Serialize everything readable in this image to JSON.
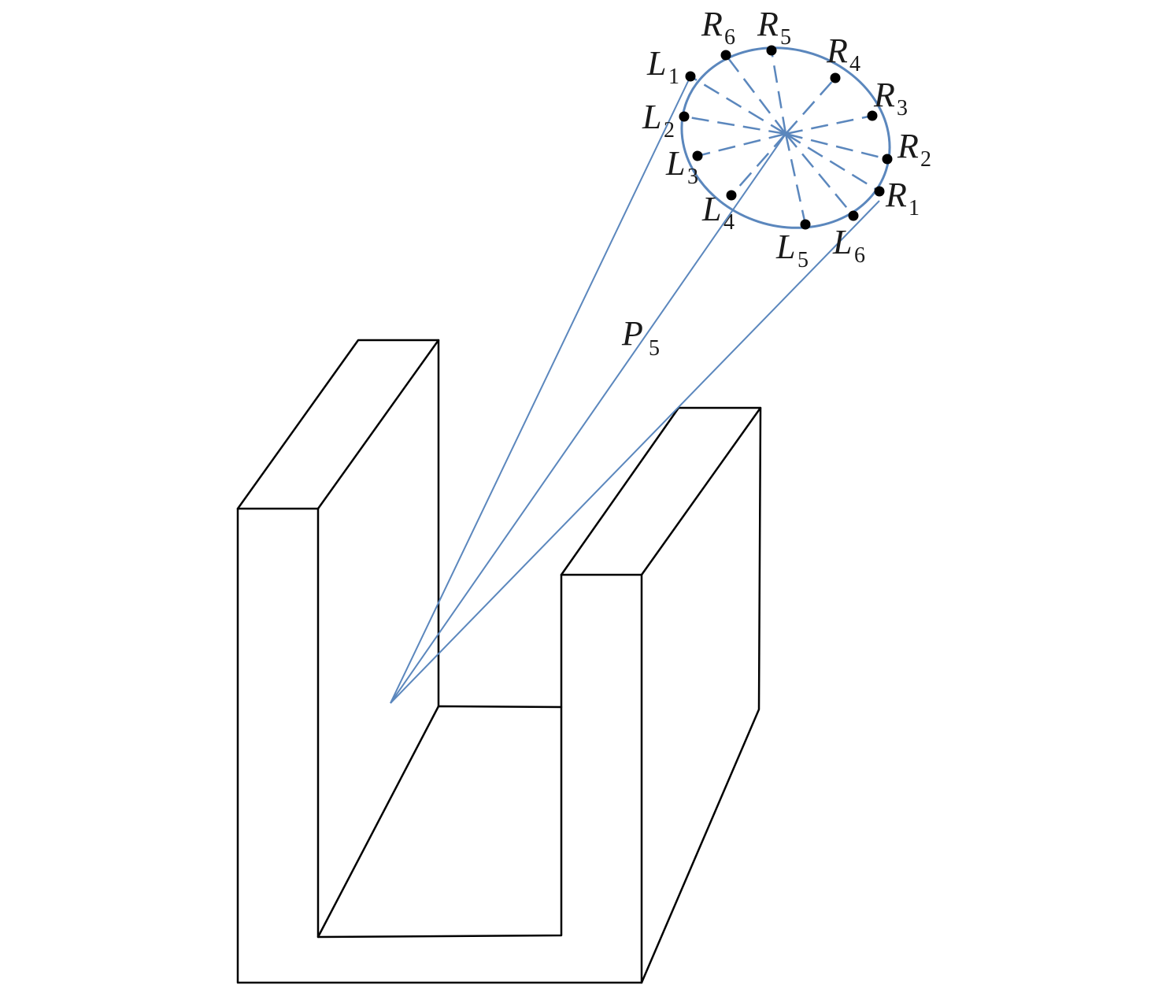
{
  "diagram": {
    "colors": {
      "accent": "#5b87bd",
      "outline": "#000000",
      "point": "#000000"
    },
    "labels": {
      "R6": {
        "main": "R",
        "sub": "6"
      },
      "R5": {
        "main": "R",
        "sub": "5"
      },
      "R4": {
        "main": "R",
        "sub": "4"
      },
      "R3": {
        "main": "R",
        "sub": "3"
      },
      "R2": {
        "main": "R",
        "sub": "2"
      },
      "R1": {
        "main": "R",
        "sub": "1"
      },
      "L1": {
        "main": "L",
        "sub": "1"
      },
      "L2": {
        "main": "L",
        "sub": "2"
      },
      "L3": {
        "main": "L",
        "sub": "3"
      },
      "L4": {
        "main": "L",
        "sub": "4"
      },
      "L5": {
        "main": "L",
        "sub": "5"
      },
      "L6": {
        "main": "L",
        "sub": "6"
      },
      "P5": {
        "main": "P",
        "sub": "5"
      }
    }
  }
}
